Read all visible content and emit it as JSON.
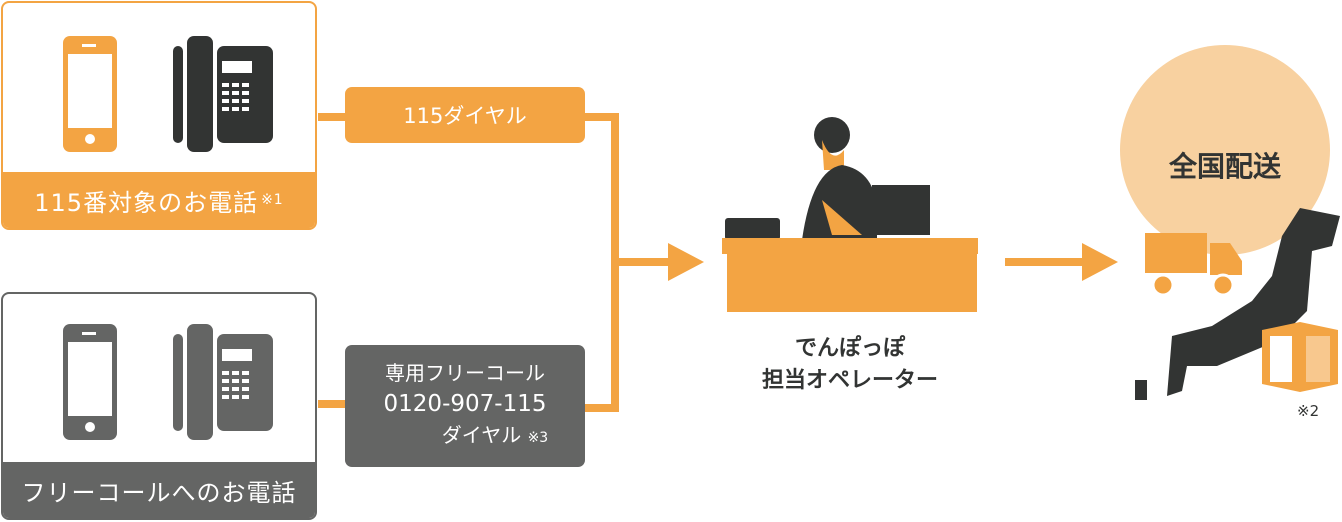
{
  "top_box": {
    "label": "115番対象のお電話",
    "note": "※1"
  },
  "bottom_box": {
    "label": "フリーコールへのお電話"
  },
  "dial_115": {
    "label": "115ダイヤル"
  },
  "freecall": {
    "line1": "専用フリーコール",
    "number": "0120-907-115",
    "line3": "ダイヤル",
    "note": "※3"
  },
  "operator": {
    "line1": "でんぽっぽ",
    "line2": "担当オペレーター"
  },
  "delivery": {
    "label": "全国配送",
    "note": "※2"
  },
  "colors": {
    "orange": "#F3A443",
    "dark": "#323433",
    "gray": "#646564",
    "light_orange": "#F8D1A0"
  }
}
